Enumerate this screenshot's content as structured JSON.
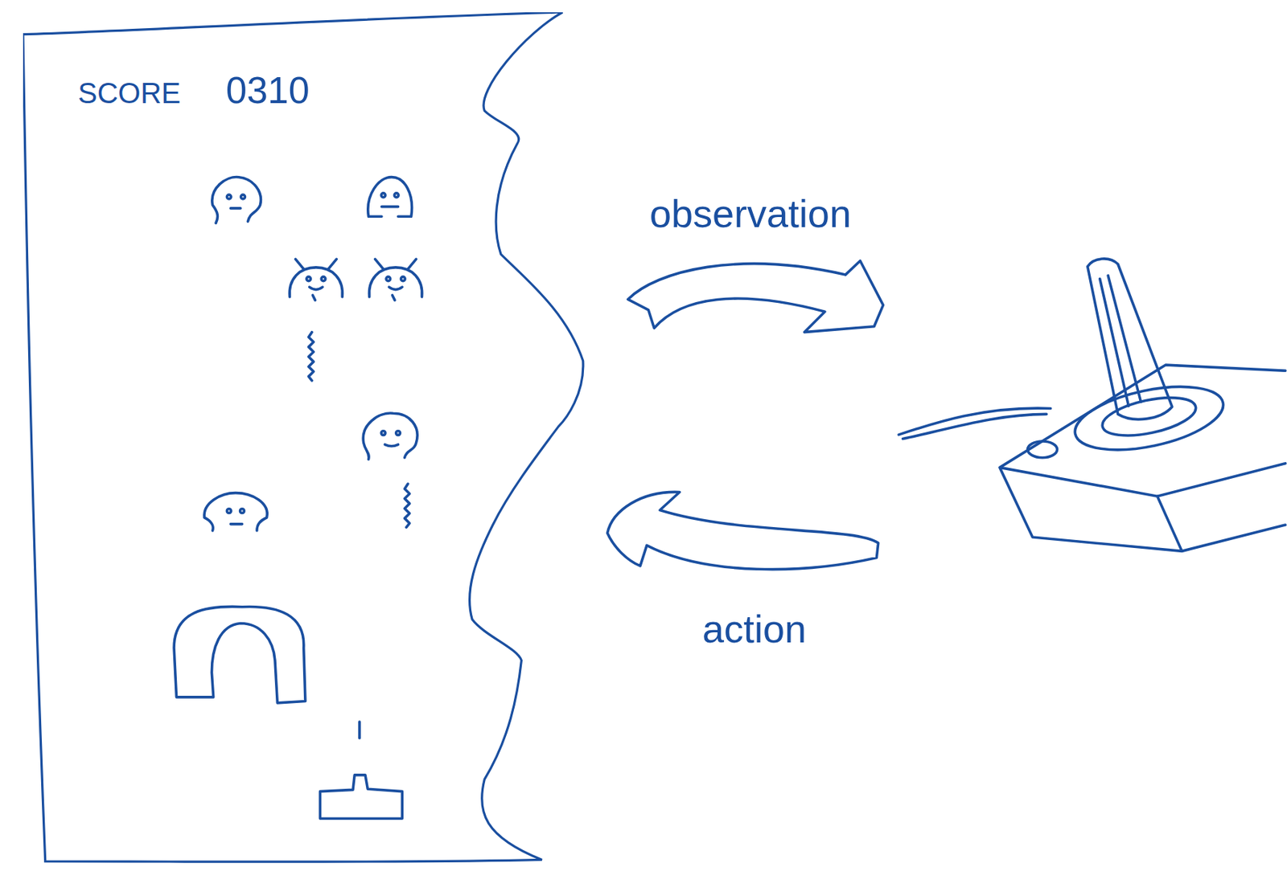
{
  "diagram": {
    "nodes": [
      {
        "text": [
          "SCORE",
          "0310"
        ]
      }
    ],
    "labels": [
      "observation",
      "action"
    ]
  }
}
